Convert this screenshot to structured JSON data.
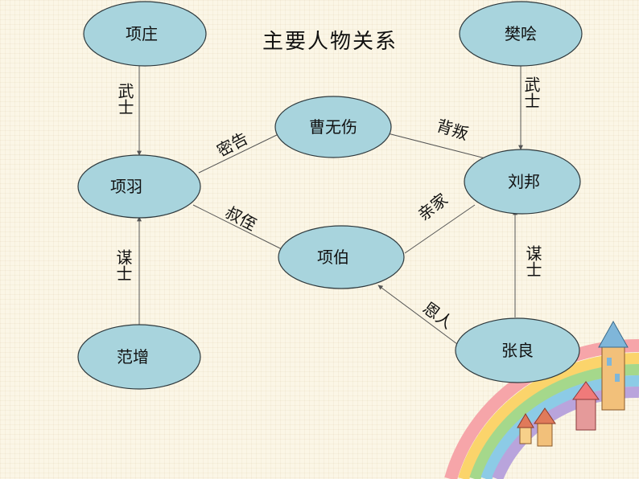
{
  "title": "主要人物关系",
  "nodes": {
    "xiangzhuang": "项庄",
    "fankuai": "樊哙",
    "caowushang": "曹无伤",
    "xiangyu": "项羽",
    "liubang": "刘邦",
    "xiangbo": "项伯",
    "fanzeng": "范增",
    "zhangliang": "张良"
  },
  "edges": {
    "xiangzhuang_xiangyu": "武士",
    "fankuai_liubang": "武士",
    "fanzeng_xiangyu": "谋士",
    "zhangliang_liubang": "谋士",
    "caowushang_xiangyu": "密告",
    "caowushang_liubang": "背叛",
    "xiangyu_xiangbo": "叔侄",
    "xiangbo_liubang": "亲家",
    "zhangliang_xiangbo": "恩人"
  },
  "colors": {
    "node_fill": "#a8d4dd",
    "background": "#fbf6e6"
  }
}
